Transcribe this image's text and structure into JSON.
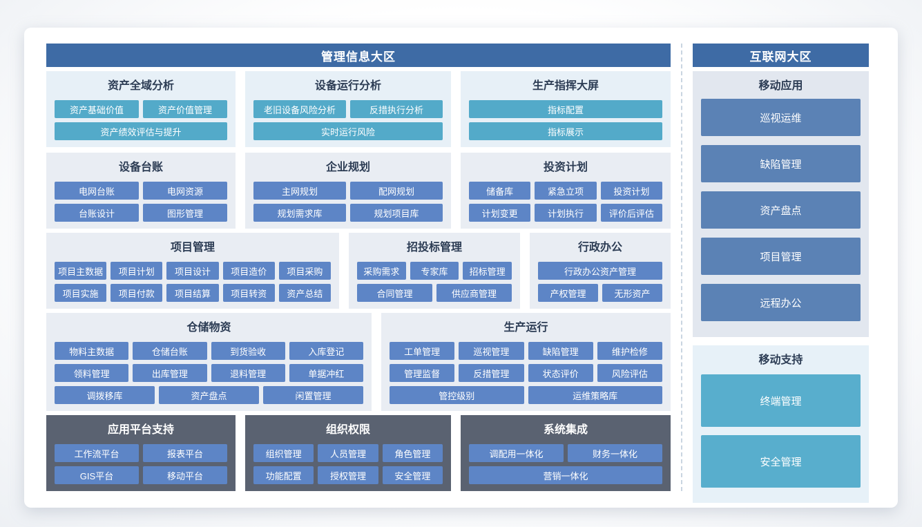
{
  "colors": {
    "zone_header_bg": "#3e6ba5",
    "teal_button": "#53aac9",
    "blue_button": "#5d85c6",
    "steel_button": "#5b82b5",
    "right_teal_button": "#58aecd",
    "dark_panel_bg": "#5a6271",
    "light_blue_panel_bg": "#e7f0f7",
    "gray_panel_bg": "#e9edf3",
    "mobile_apps_panel_bg": "#e2e7ef",
    "mobile_support_panel_bg": "#e7f1f8",
    "panel_title_color": "#2c3c54",
    "divider_color": "#c9d5e1"
  },
  "left_zone": {
    "title": "管理信息大区",
    "sections": {
      "asset_analysis": {
        "title": "资产全域分析",
        "rows": [
          [
            "资产基础价值",
            "资产价值管理"
          ],
          [
            "资产绩效评估与提升"
          ]
        ]
      },
      "equipment_analysis": {
        "title": "设备运行分析",
        "rows": [
          [
            "老旧设备风险分析",
            "反措执行分析"
          ],
          [
            "实时运行风险"
          ]
        ]
      },
      "production_dashboard": {
        "title": "生产指挥大屏",
        "rows": [
          [
            "指标配置"
          ],
          [
            "指标展示"
          ]
        ]
      },
      "equipment_ledger": {
        "title": "设备台账",
        "rows": [
          [
            "电网台账",
            "电网资源"
          ],
          [
            "台账设计",
            "图形管理"
          ]
        ]
      },
      "enterprise_planning": {
        "title": "企业规划",
        "rows": [
          [
            "主网规划",
            "配网规划"
          ],
          [
            "规划需求库",
            "规划项目库"
          ]
        ]
      },
      "investment_plan": {
        "title": "投资计划",
        "rows": [
          [
            "储备库",
            "紧急立项",
            "投资计划"
          ],
          [
            "计划变更",
            "计划执行",
            "评价后评估"
          ]
        ]
      },
      "project_management": {
        "title": "项目管理",
        "rows": [
          [
            "项目主数据",
            "项目计划",
            "项目设计",
            "项目造价",
            "项目采购"
          ],
          [
            "项目实施",
            "项目付款",
            "项目结算",
            "项目转资",
            "资产总结"
          ]
        ]
      },
      "bidding_management": {
        "title": "招投标管理",
        "rows": [
          [
            "采购需求",
            "专家库",
            "招标管理"
          ],
          [
            "合同管理",
            "供应商管理"
          ]
        ]
      },
      "admin_office": {
        "title": "行政办公",
        "rows": [
          [
            "行政办公资产管理"
          ],
          [
            "产权管理",
            "无形资产"
          ]
        ]
      },
      "warehouse_materials": {
        "title": "仓储物资",
        "rows": [
          [
            "物料主数据",
            "仓储台账",
            "到货验收",
            "入库登记"
          ],
          [
            "领料管理",
            "出库管理",
            "退料管理",
            "单据冲红"
          ],
          [
            "调拨移库",
            "资产盘点",
            "闲置管理"
          ]
        ]
      },
      "production_operation": {
        "title": "生产运行",
        "rows": [
          [
            "工单管理",
            "巡视管理",
            "缺陷管理",
            "维护检修"
          ],
          [
            "管理监督",
            "反措管理",
            "状态评价",
            "风险评估"
          ],
          [
            "管控级别",
            "运维策略库"
          ]
        ]
      },
      "app_platform": {
        "title": "应用平台支持",
        "rows": [
          [
            "工作流平台",
            "报表平台"
          ],
          [
            "GIS平台",
            "移动平台"
          ]
        ]
      },
      "org_permission": {
        "title": "组织权限",
        "rows": [
          [
            "组织管理",
            "人员管理",
            "角色管理"
          ],
          [
            "功能配置",
            "授权管理",
            "安全管理"
          ]
        ]
      },
      "system_integration": {
        "title": "系统集成",
        "rows": [
          [
            "调配用一体化",
            "财务一体化"
          ],
          [
            "营销一体化"
          ]
        ]
      }
    }
  },
  "right_zone": {
    "title": "互联网大区",
    "sections": {
      "mobile_apps": {
        "title": "移动应用",
        "rows": [
          [
            "巡视运维"
          ],
          [
            "缺陷管理"
          ],
          [
            "资产盘点"
          ],
          [
            "项目管理"
          ],
          [
            "远程办公"
          ]
        ]
      },
      "mobile_support": {
        "title": "移动支持",
        "rows": [
          [
            "终端管理"
          ],
          [
            "安全管理"
          ]
        ]
      }
    }
  }
}
